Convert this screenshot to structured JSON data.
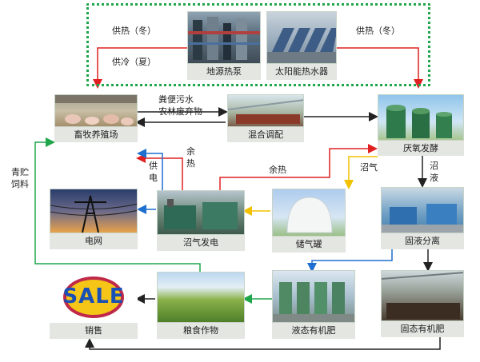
{
  "nodes": {
    "ground_heat_pump": "地源热泵",
    "solar_water_heater": "太阳能热水器",
    "livestock_farm": "畜牧养殖场",
    "mixing": "混合调配",
    "anaerobic": "厌氧发酵",
    "power_grid": "电网",
    "biogas_power": "沼气发电",
    "gas_tank": "储气罐",
    "solid_liquid": "固液分离",
    "sales": "销售",
    "grain_crops": "粮食作物",
    "liquid_fertilizer": "液态有机肥",
    "solid_fertilizer": "固态有机肥"
  },
  "edges": {
    "heat_winter_left": "供热（冬）",
    "cool_summer": "供冷（夏）",
    "heat_winter_right": "供热（冬）",
    "manure_1": "粪便污水",
    "manure_2": "农林废弃物",
    "waste_heat_vertical": "余热",
    "power_supply": "供电",
    "waste_heat_horizontal": "余热",
    "biogas": "沼气",
    "biogas_slurry": "沼液",
    "silage": "青贮饲料"
  },
  "sales_logo": "SALE",
  "colors": {
    "black_flow": "#222222",
    "red_flow": "#e02020",
    "blue_flow": "#1f6fd0",
    "yellow_flow": "#f2c200",
    "green_flow": "#1fa64a",
    "dashed_border": "#1fa64a",
    "label_bg": "#e4e6e2"
  }
}
